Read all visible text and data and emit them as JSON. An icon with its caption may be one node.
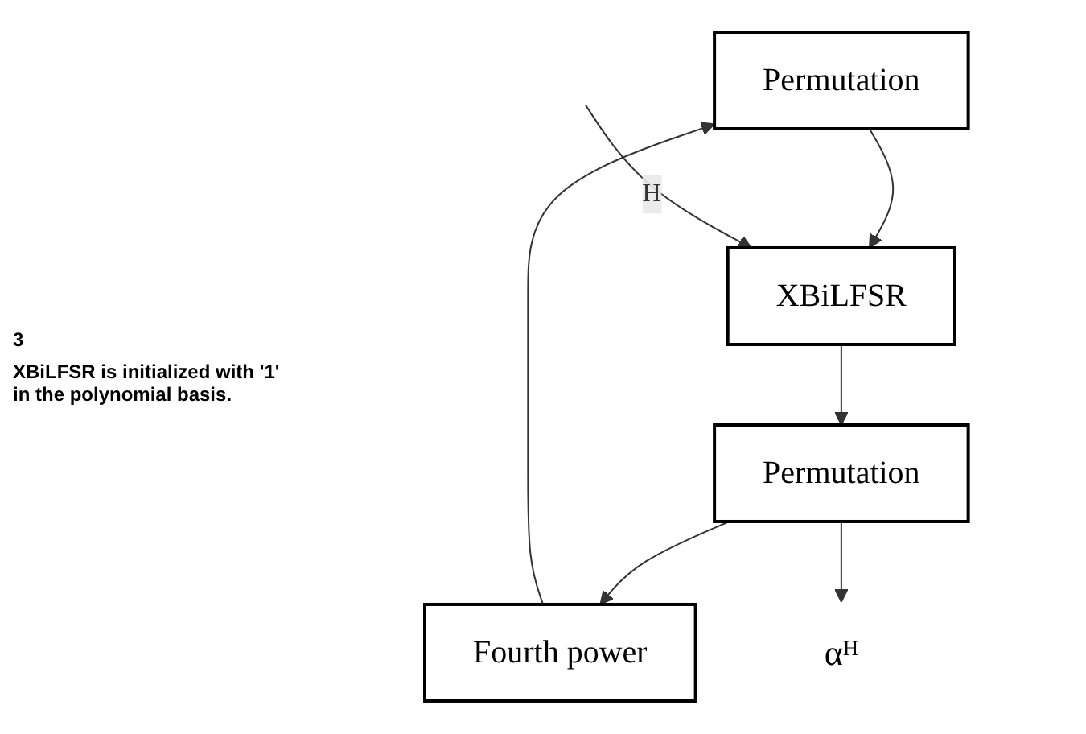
{
  "diagram": {
    "nodes": [
      {
        "text": [
          "Permutation"
        ]
      },
      {
        "text": [
          "XBiLFSR"
        ]
      },
      {
        "text": [
          "Permutation"
        ]
      },
      {
        "text": [
          "Fourth power"
        ]
      },
      {
        "text": [
          "αᴴ"
        ]
      }
    ],
    "edges": [
      {
        "from": 3,
        "to": 0,
        "arrow": "to"
      },
      {
        "from": 0,
        "to": 1,
        "arrow": "to"
      },
      {
        "from": null,
        "to": 1,
        "arrow": "to",
        "label": "H"
      },
      {
        "from": 1,
        "to": 2,
        "arrow": "to"
      },
      {
        "from": 2,
        "to": 3,
        "arrow": "to"
      },
      {
        "from": 2,
        "to": 4,
        "arrow": "to"
      }
    ],
    "labels": [
      "3",
      "XBiLFSR is initialized with '1' in the polynomial basis."
    ]
  }
}
